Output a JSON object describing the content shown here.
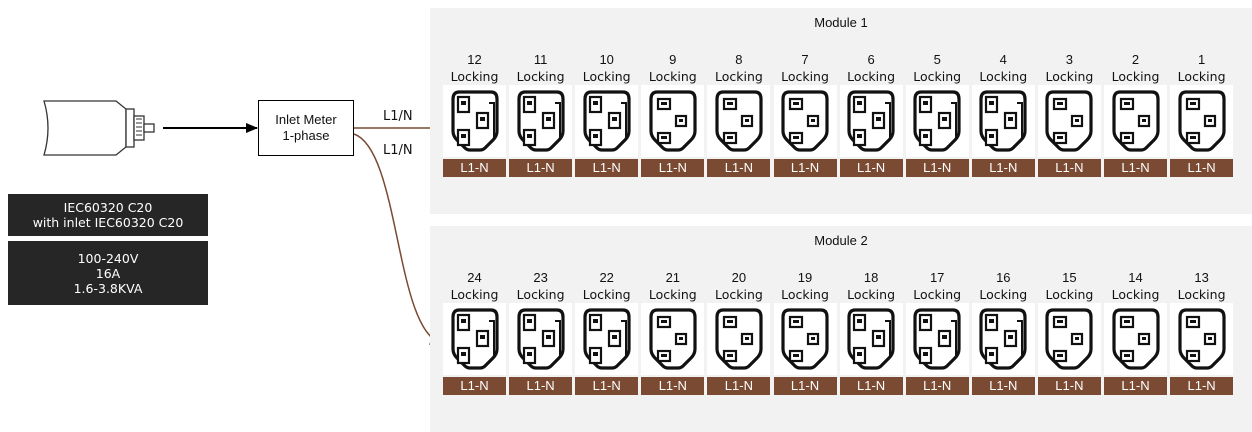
{
  "inlet": {
    "spec_top": [
      "IEC60320 C20",
      "with inlet IEC60320 C20"
    ],
    "spec_bottom": [
      "100-240V",
      "16A",
      "1.6-3.8KVA"
    ]
  },
  "meter": {
    "line1": "Inlet Meter",
    "line2": "1-phase"
  },
  "links": [
    {
      "label": "L1/N"
    },
    {
      "label": "L1/N"
    }
  ],
  "colors": {
    "wire": "#7a4a32",
    "module_bg": "#f2f2f2",
    "spec_bg": "#262626"
  },
  "modules": [
    {
      "title": "Module 1",
      "outlets": [
        {
          "number": "12",
          "type": "Locking",
          "circuit": "L1-N",
          "connector": "C19"
        },
        {
          "number": "11",
          "type": "Locking",
          "circuit": "L1-N",
          "connector": "C19"
        },
        {
          "number": "10",
          "type": "Locking",
          "circuit": "L1-N",
          "connector": "C19"
        },
        {
          "number": "9",
          "type": "Locking",
          "circuit": "L1-N",
          "connector": "C13"
        },
        {
          "number": "8",
          "type": "Locking",
          "circuit": "L1-N",
          "connector": "C13"
        },
        {
          "number": "7",
          "type": "Locking",
          "circuit": "L1-N",
          "connector": "C13"
        },
        {
          "number": "6",
          "type": "Locking",
          "circuit": "L1-N",
          "connector": "C19"
        },
        {
          "number": "5",
          "type": "Locking",
          "circuit": "L1-N",
          "connector": "C19"
        },
        {
          "number": "4",
          "type": "Locking",
          "circuit": "L1-N",
          "connector": "C19"
        },
        {
          "number": "3",
          "type": "Locking",
          "circuit": "L1-N",
          "connector": "C13"
        },
        {
          "number": "2",
          "type": "Locking",
          "circuit": "L1-N",
          "connector": "C13"
        },
        {
          "number": "1",
          "type": "Locking",
          "circuit": "L1-N",
          "connector": "C13"
        }
      ]
    },
    {
      "title": "Module 2",
      "outlets": [
        {
          "number": "24",
          "type": "Locking",
          "circuit": "L1-N",
          "connector": "C19"
        },
        {
          "number": "23",
          "type": "Locking",
          "circuit": "L1-N",
          "connector": "C19"
        },
        {
          "number": "22",
          "type": "Locking",
          "circuit": "L1-N",
          "connector": "C19"
        },
        {
          "number": "21",
          "type": "Locking",
          "circuit": "L1-N",
          "connector": "C13"
        },
        {
          "number": "20",
          "type": "Locking",
          "circuit": "L1-N",
          "connector": "C13"
        },
        {
          "number": "19",
          "type": "Locking",
          "circuit": "L1-N",
          "connector": "C13"
        },
        {
          "number": "18",
          "type": "Locking",
          "circuit": "L1-N",
          "connector": "C19"
        },
        {
          "number": "17",
          "type": "Locking",
          "circuit": "L1-N",
          "connector": "C19"
        },
        {
          "number": "16",
          "type": "Locking",
          "circuit": "L1-N",
          "connector": "C19"
        },
        {
          "number": "15",
          "type": "Locking",
          "circuit": "L1-N",
          "connector": "C13"
        },
        {
          "number": "14",
          "type": "Locking",
          "circuit": "L1-N",
          "connector": "C13"
        },
        {
          "number": "13",
          "type": "Locking",
          "circuit": "L1-N",
          "connector": "C13"
        }
      ]
    }
  ]
}
